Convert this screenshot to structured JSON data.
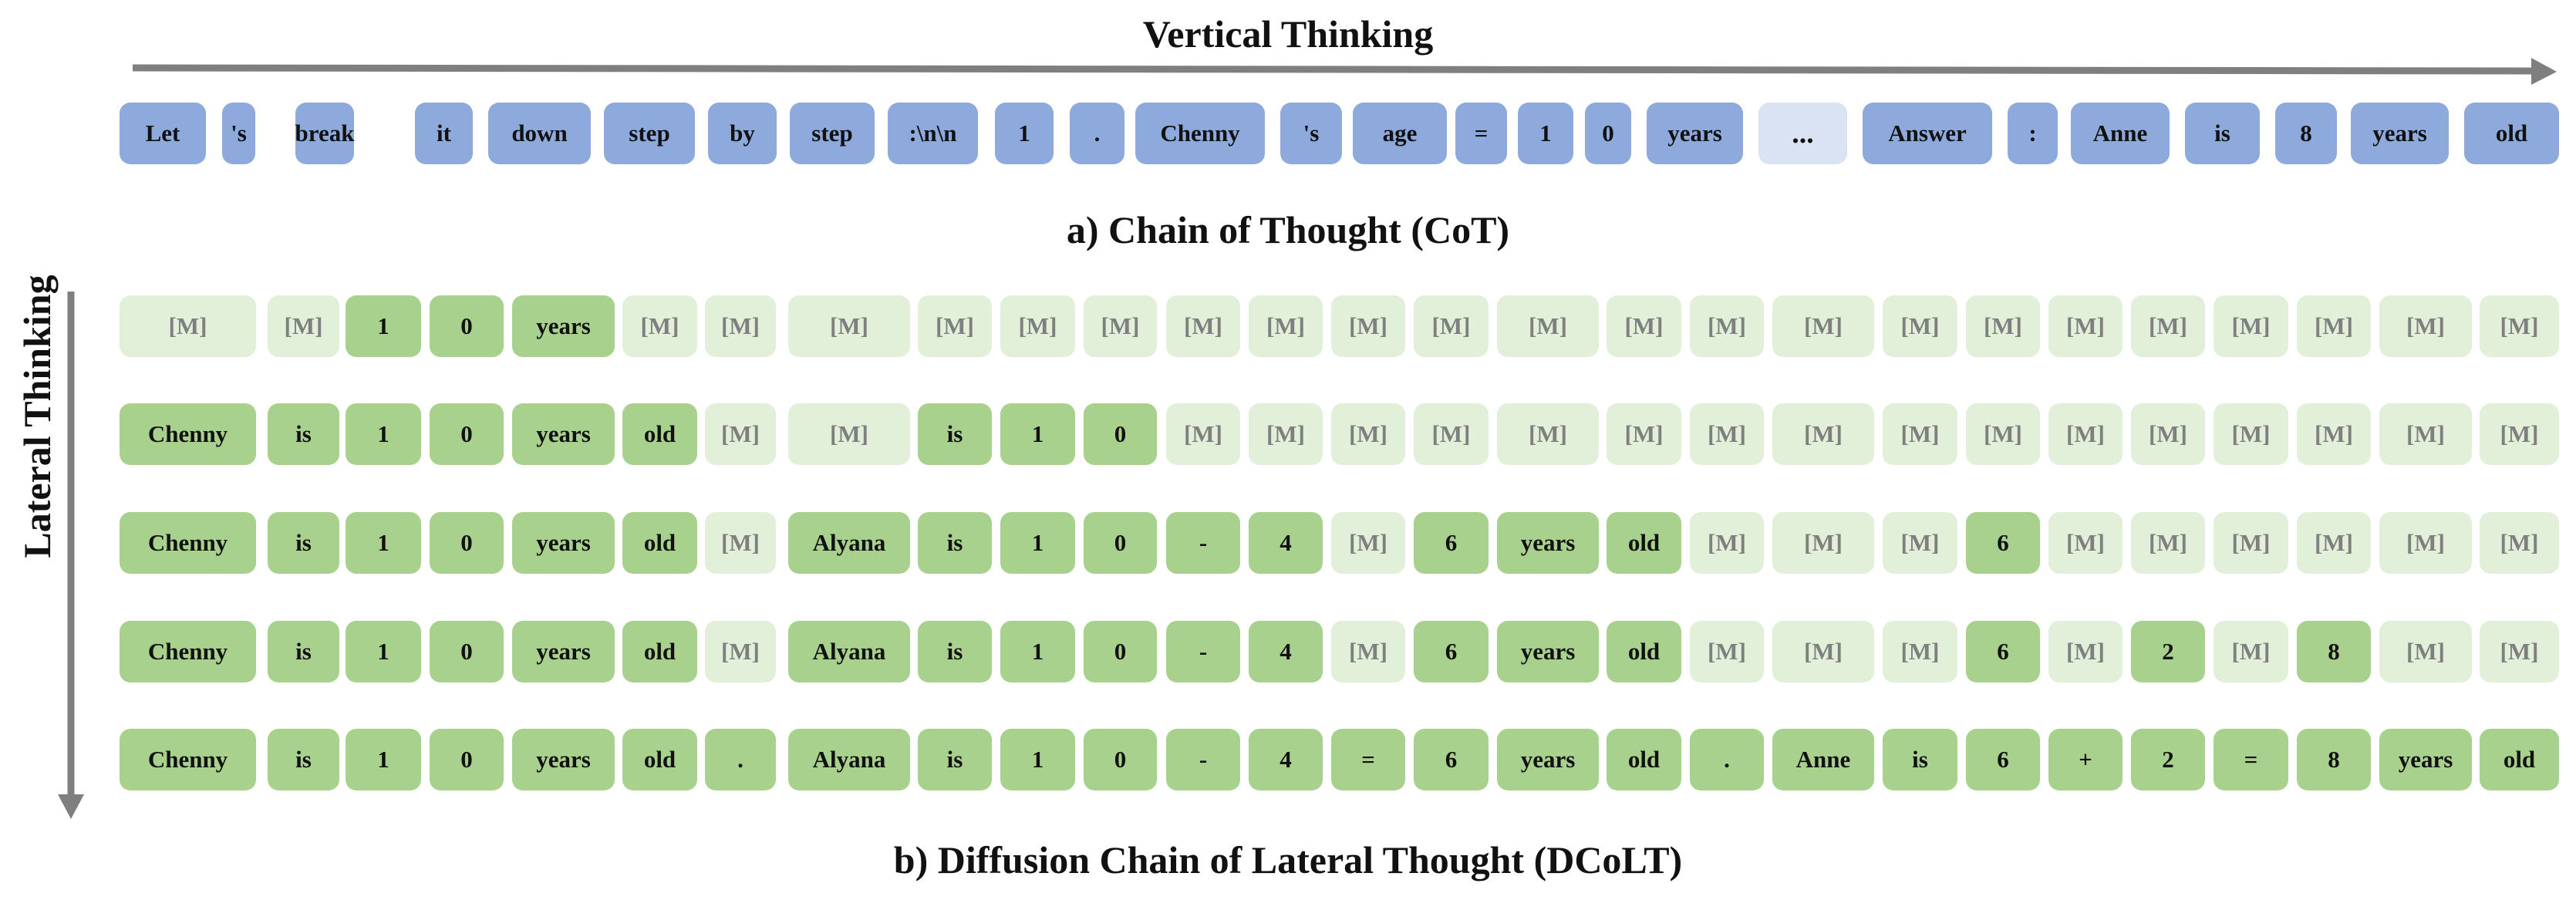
{
  "vertical_label": "Vertical Thinking",
  "lateral_label": "Lateral Thinking",
  "cot": {
    "caption": "a) Chain of Thought (CoT)",
    "tokens": [
      "Let",
      "'s",
      "break",
      "it",
      "down",
      "step",
      "by",
      "step",
      ":\\n\\n",
      "1",
      ".",
      "Chenny",
      "'s",
      "age",
      "=",
      "1",
      "0",
      "years",
      "...",
      "Answer",
      ":",
      "Anne",
      "is",
      "8",
      "years",
      "old"
    ]
  },
  "dcolt": {
    "caption": "b) Diffusion Chain of Lateral Thought (DCoLT)",
    "mask_token": "[M]",
    "rows": [
      [
        "[M]",
        "[M]",
        "1",
        "0",
        "years",
        "[M]",
        "[M]",
        "[M]",
        "[M]",
        "[M]",
        "[M]",
        "[M]",
        "[M]",
        "[M]",
        "[M]",
        "[M]",
        "[M]",
        "[M]",
        "[M]",
        "[M]",
        "[M]",
        "[M]",
        "[M]",
        "[M]",
        "[M]",
        "[M]",
        "[M]",
        "[M]",
        "[M]"
      ],
      [
        "Chenny",
        "is",
        "1",
        "0",
        "years",
        "old",
        "[M]",
        "[M]",
        "is",
        "1",
        "0",
        "[M]",
        "[M]",
        "[M]",
        "[M]",
        "[M]",
        "[M]",
        "[M]",
        "[M]",
        "[M]",
        "[M]",
        "[M]",
        "[M]",
        "[M]",
        "[M]",
        "[M]",
        "[M]",
        "[M]",
        "[M]"
      ],
      [
        "Chenny",
        "is",
        "1",
        "0",
        "years",
        "old",
        "[M]",
        "Alyana",
        "is",
        "1",
        "0",
        "-",
        "4",
        "[M]",
        "6",
        "years",
        "old",
        "[M]",
        "[M]",
        "[M]",
        "6",
        "[M]",
        "[M]",
        "[M]",
        "[M]",
        "[M]",
        "[M]",
        "[M]",
        "[M]"
      ],
      [
        "Chenny",
        "is",
        "1",
        "0",
        "years",
        "old",
        "[M]",
        "Alyana",
        "is",
        "1",
        "0",
        "-",
        "4",
        "[M]",
        "6",
        "years",
        "old",
        "[M]",
        "[M]",
        "[M]",
        "6",
        "[M]",
        "2",
        "[M]",
        "8",
        "[M]",
        "[M]",
        "[M]",
        "[M]"
      ],
      [
        "Chenny",
        "is",
        "1",
        "0",
        "years",
        "old",
        ".",
        "Alyana",
        "is",
        "1",
        "0",
        "-",
        "4",
        "=",
        "6",
        "years",
        "old",
        ".",
        "Anne",
        "is",
        "6",
        "+",
        "2",
        "=",
        "8",
        "years",
        "old",
        "",
        ""
      ]
    ]
  }
}
